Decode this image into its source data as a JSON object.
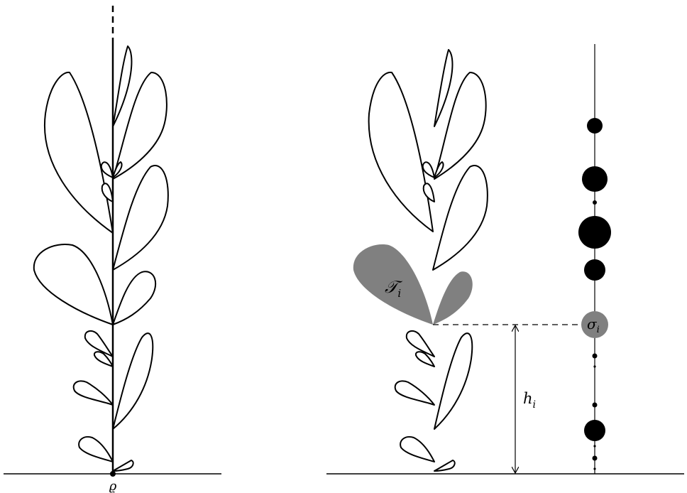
{
  "labels": {
    "root": "ϱ",
    "subtree": "𝒯",
    "subtree_sub": "i",
    "sigma": "σ",
    "sigma_sub": "i",
    "height": "h",
    "height_sub": "i"
  },
  "colors": {
    "ink": "#000000",
    "highlight": "#808080",
    "background": "#ffffff"
  }
}
